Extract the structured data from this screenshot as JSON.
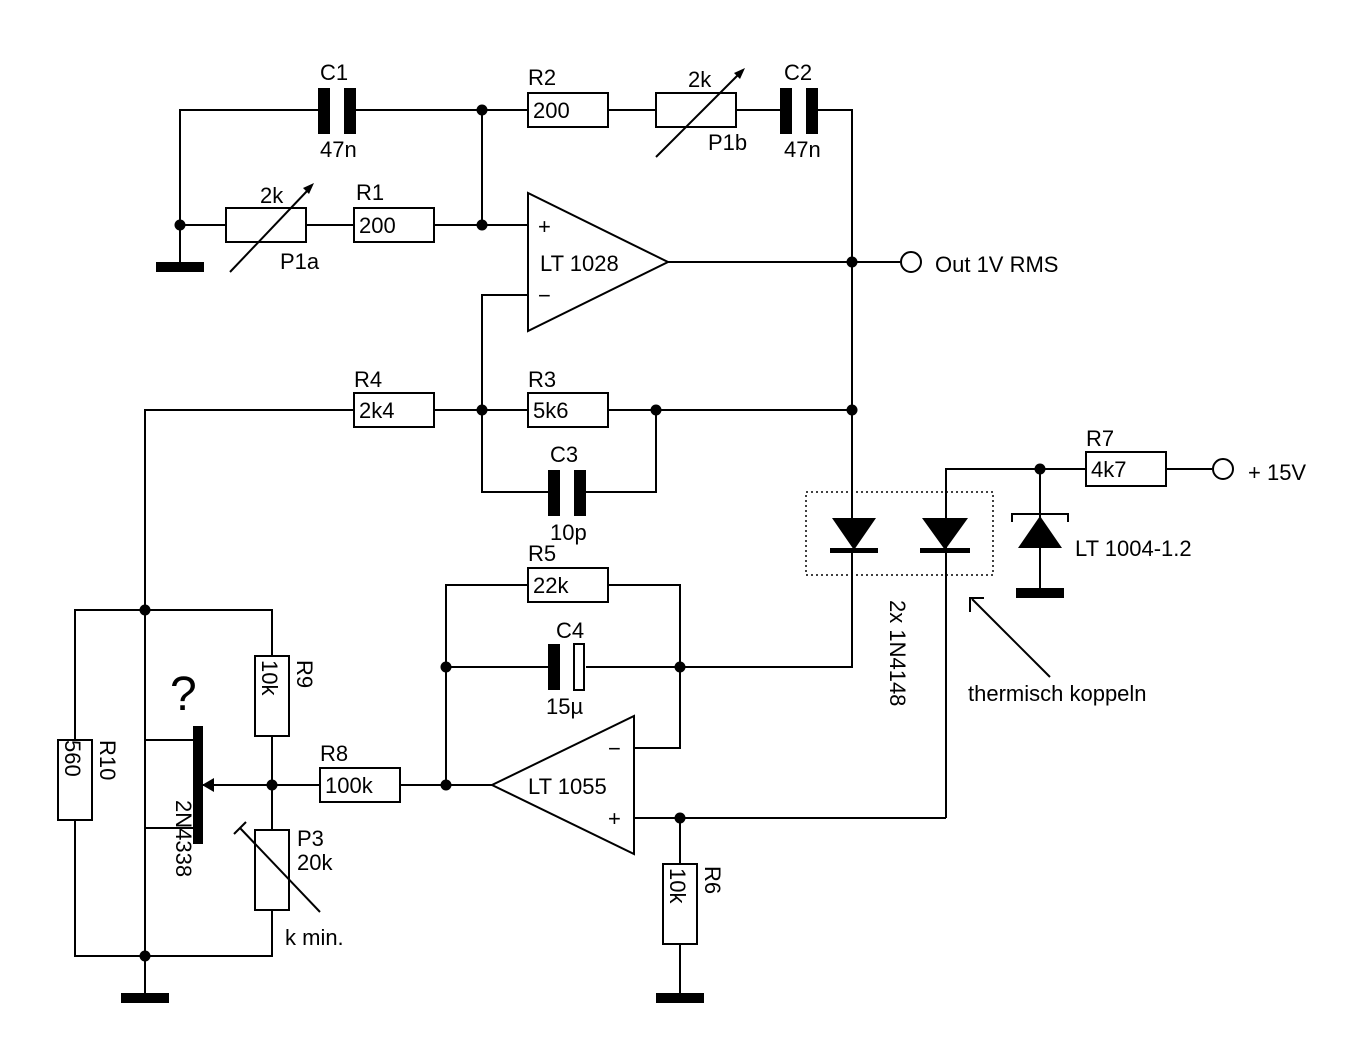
{
  "components": {
    "c1": {
      "ref": "C1",
      "value": "47n"
    },
    "c2": {
      "ref": "C2",
      "value": "47n"
    },
    "c3": {
      "ref": "C3",
      "value": "10p"
    },
    "c4": {
      "ref": "C4",
      "value": "15µ"
    },
    "r1": {
      "ref": "R1",
      "value": "200"
    },
    "r2": {
      "ref": "R2",
      "value": "200"
    },
    "r3": {
      "ref": "R3",
      "value": "5k6"
    },
    "r4": {
      "ref": "R4",
      "value": "2k4"
    },
    "r5": {
      "ref": "R5",
      "value": "22k"
    },
    "r6": {
      "ref": "R6",
      "value": "10k"
    },
    "r7": {
      "ref": "R7",
      "value": "4k7"
    },
    "r8": {
      "ref": "R8",
      "value": "100k"
    },
    "r9": {
      "ref": "R9",
      "value": "10k"
    },
    "r10": {
      "ref": "R10",
      "value": "560"
    },
    "p1a": {
      "ref": "P1a",
      "value": "2k"
    },
    "p1b": {
      "ref": "P1b",
      "value": "2k"
    },
    "p3": {
      "ref": "P3",
      "value": "20k",
      "note": "k min."
    },
    "u1": {
      "part": "LT 1028",
      "plus": "+",
      "minus": "−"
    },
    "u2": {
      "part": "LT 1055",
      "plus": "+",
      "minus": "−"
    },
    "zener": {
      "part": "LT 1004-1.2"
    },
    "diodes": {
      "part": "2x 1N4148",
      "note": "thermisch koppeln"
    },
    "jfet": {
      "part": "2N4338",
      "question": "?"
    }
  },
  "terminals": {
    "out": "Out 1V RMS",
    "supply": "+ 15V"
  }
}
